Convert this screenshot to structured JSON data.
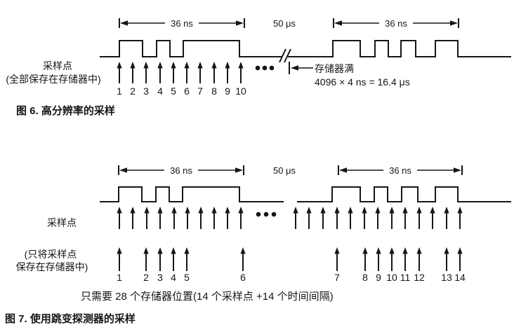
{
  "figure6": {
    "span1_label": "36 ns",
    "gap_label": "50 μs",
    "span2_label": "36 ns",
    "left_label_line1": "采样点",
    "left_label_line2": "(全部保存在存储器中)",
    "memory_full_line1": "存储器满",
    "memory_full_line2": "4096 × 4 ns = 16.4 μs",
    "sample_numbers": [
      "1",
      "2",
      "3",
      "4",
      "5",
      "6",
      "7",
      "8",
      "9",
      "10"
    ],
    "caption": "图 6. 高分辨率的采样"
  },
  "figure7": {
    "span1_label": "36 ns",
    "gap_label": "50 μs",
    "span2_label": "36 ns",
    "left_label_line1": "采样点",
    "left_label_line2": "(只将采样点",
    "left_label_line3": "保存在存储器中)",
    "sample_numbers": [
      "1",
      "2",
      "3",
      "4",
      "5",
      "6",
      "7",
      "8",
      "9",
      "10",
      "11",
      "12",
      "13",
      "14"
    ],
    "bottom_note": "只需要 28 个存储器位置(14 个采样点 +14 个时间间隔)",
    "caption": "图 7. 使用跳变探测器的采样"
  },
  "ink_color": "#161616"
}
